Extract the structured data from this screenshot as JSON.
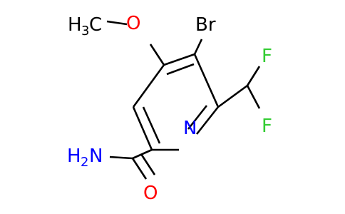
{
  "molecule": {
    "atoms": {
      "br": {
        "text": "Br",
        "color": "#000000"
      },
      "o_methoxy": {
        "text": "O",
        "color": "#ff0000"
      },
      "methyl_h": {
        "text": "H",
        "color": "#000000"
      },
      "methyl_sub": {
        "text": "3",
        "color": "#000000"
      },
      "methyl_c": {
        "text": "C",
        "color": "#000000"
      },
      "f_upper": {
        "text": "F",
        "color": "#33cc33"
      },
      "f_lower": {
        "text": "F",
        "color": "#33cc33"
      },
      "n_ring": {
        "text": "N",
        "color": "#0000ff"
      },
      "amide_h": {
        "text": "H",
        "color": "#0000ff"
      },
      "amide_sub": {
        "text": "2",
        "color": "#0000ff"
      },
      "amide_n": {
        "text": "N",
        "color": "#0000ff"
      },
      "o_carbonyl": {
        "text": "O",
        "color": "#ff0000"
      }
    }
  }
}
